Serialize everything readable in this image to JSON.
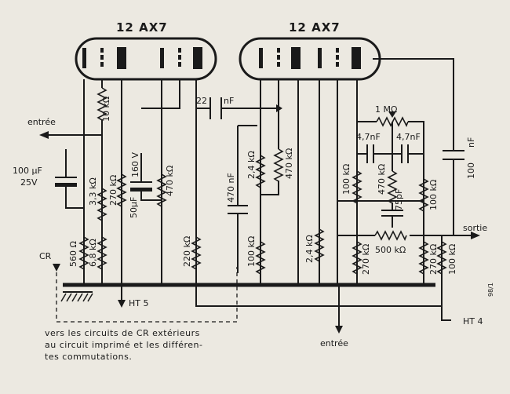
{
  "tubes": {
    "left": "12 AX7",
    "right": "12 AX7"
  },
  "labels": {
    "r_10k": "10 kΩ",
    "c_22nf": "22",
    "c_22nf_unit": "nF",
    "r_1m": "1 MΩ",
    "c_47nf_a": "4,7nF",
    "c_47nf_b": "4,7nF",
    "c_100nf_a": "nF",
    "c_100nf_b": "100",
    "input_top": "entrée",
    "c_100uf": "100 μF",
    "c_100uf_v": "25V",
    "r_33k": "3,3 kΩ",
    "r_270k_a": "270 kΩ",
    "c_50uf": "50μF",
    "c_50uf_v": "160 V",
    "r_470k_a": "470 kΩ",
    "r_24k_a": "2,4 kΩ",
    "r_470k_b": "470 kΩ",
    "c_470nf": "470 nF",
    "r_100k_a": "100 kΩ",
    "r_470k_c": "470 kΩ",
    "c_75pf": "75pF",
    "r_100k_b": "100 kΩ",
    "output": "sortie",
    "r_500k": "500 kΩ",
    "cr": "CR",
    "r_560": "560 Ω",
    "r_68k": "6,8 kΩ",
    "r_220k": "220 kΩ",
    "r_100k_c": "100 kΩ",
    "r_24k_b": "2,4 kΩ",
    "r_270k_b": "270 kΩ",
    "r_270k_c": "270 kΩ",
    "r_100k_d": "100 kΩ",
    "ht5": "HT 5",
    "ht4": "HT 4",
    "input_bottom": "entrée",
    "code": "98/1"
  },
  "note": [
    "vers les circuits de CR extérieurs",
    "au circuit imprimé et les diffé­ren-",
    "tes commutations."
  ]
}
